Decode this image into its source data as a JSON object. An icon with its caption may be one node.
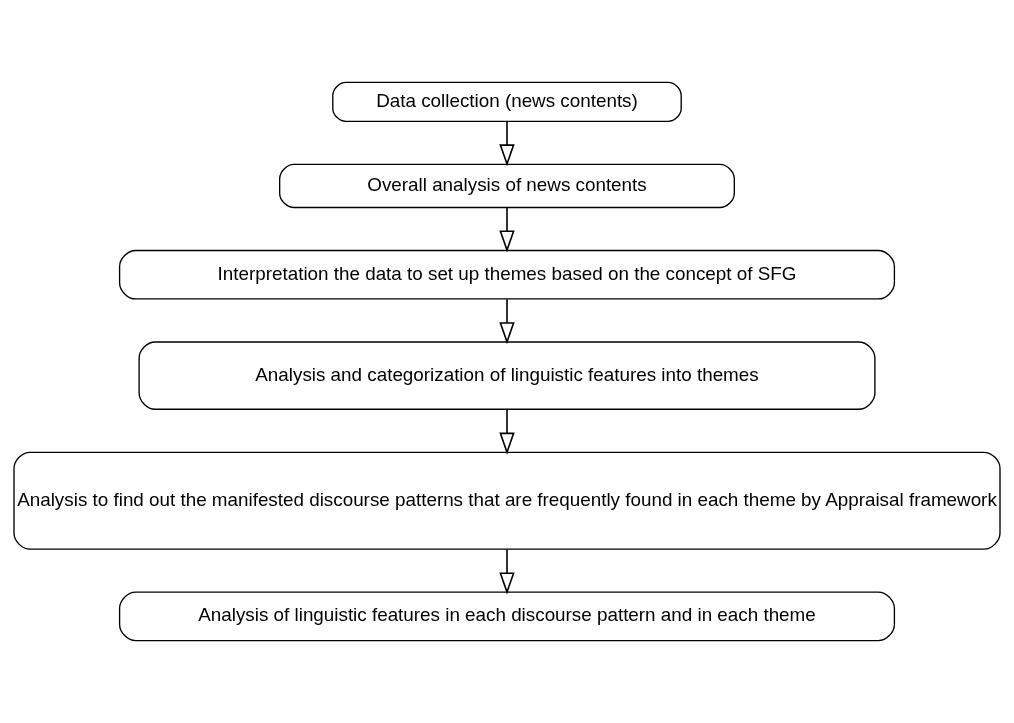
{
  "diagram": {
    "nodes": [
      {
        "text": [
          "Data collection (news contents)"
        ]
      },
      {
        "text": [
          "Overall analysis of news contents"
        ]
      },
      {
        "text": [
          "Interpretation the data to set up themes based on the concept of SFG"
        ]
      },
      {
        "text": [
          "Analysis and categorization of linguistic features into themes"
        ]
      },
      {
        "text": [
          "Analysis to find out the manifested discourse patterns that are frequently found in each theme by Appraisal framework"
        ]
      },
      {
        "text": [
          "Analysis of linguistic features in each discourse pattern and in each theme"
        ]
      }
    ],
    "edges": [
      {
        "from": 0,
        "to": 1,
        "arrow": "to"
      },
      {
        "from": 1,
        "to": 2,
        "arrow": "to"
      },
      {
        "from": 2,
        "to": 3,
        "arrow": "to"
      },
      {
        "from": 3,
        "to": 4,
        "arrow": "to"
      },
      {
        "from": 4,
        "to": 5,
        "arrow": "to"
      }
    ]
  }
}
